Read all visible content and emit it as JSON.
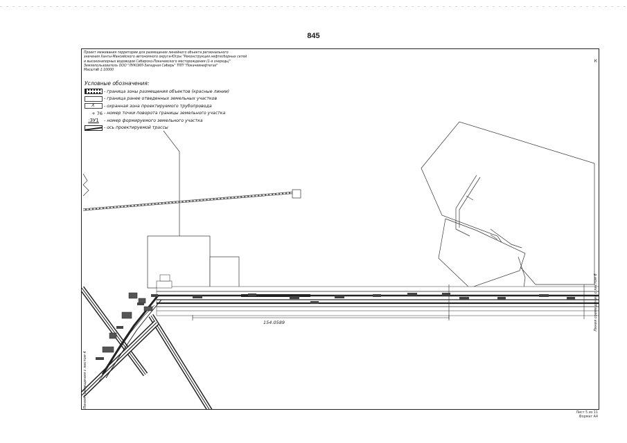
{
  "page": {
    "number": "845"
  },
  "title_block": {
    "lines": [
      "Проект межевания территории для размещения линейного объекта регионального",
      "значения Ханты-Мансийского автономного округа-Югры \"Реконструкция нефтесборных сетей",
      "и высоконапорных водоводов Сибирско-Покачевского месторождения (1-я очередь)\"",
      "Землепользователь ООО \"ЛУКОЙЛ-Западная Сибирь\" ТПП \"Покачевнефтегаз\"",
      "Масштаб 1:10000"
    ]
  },
  "legend": {
    "title": "Условные обозначения:",
    "items": [
      {
        "symbol": "red-line-hatch",
        "label": "- граница зоны размещения объектов (красные линии)"
      },
      {
        "symbol": "previous-parcel-box",
        "label": "- граница ранее отведенных земельных участков"
      },
      {
        "symbol": "guard-zone-box",
        "label": "- охранная зона проектируемого трубопровода"
      },
      {
        "symbol": "point-marker",
        "symbol_text": "+ 76",
        "label": "- номер точки поворота границы земельного участка"
      },
      {
        "symbol": "plot-number",
        "symbol_text": ":ЗУ1",
        "label": "- номер формируемого земельного участка"
      },
      {
        "symbol": "axis-line",
        "label": "- ось проектируемой трассы"
      }
    ]
  },
  "map": {
    "corner_mark": "К",
    "dimension_label": "154.0589",
    "left_match_line": "Линия совмещения с листом 4",
    "right_match_line": "Линия совмещения с листом 6"
  },
  "sheet_info": {
    "line1": "Лист 5 из 11",
    "line2": "Формат А4"
  }
}
